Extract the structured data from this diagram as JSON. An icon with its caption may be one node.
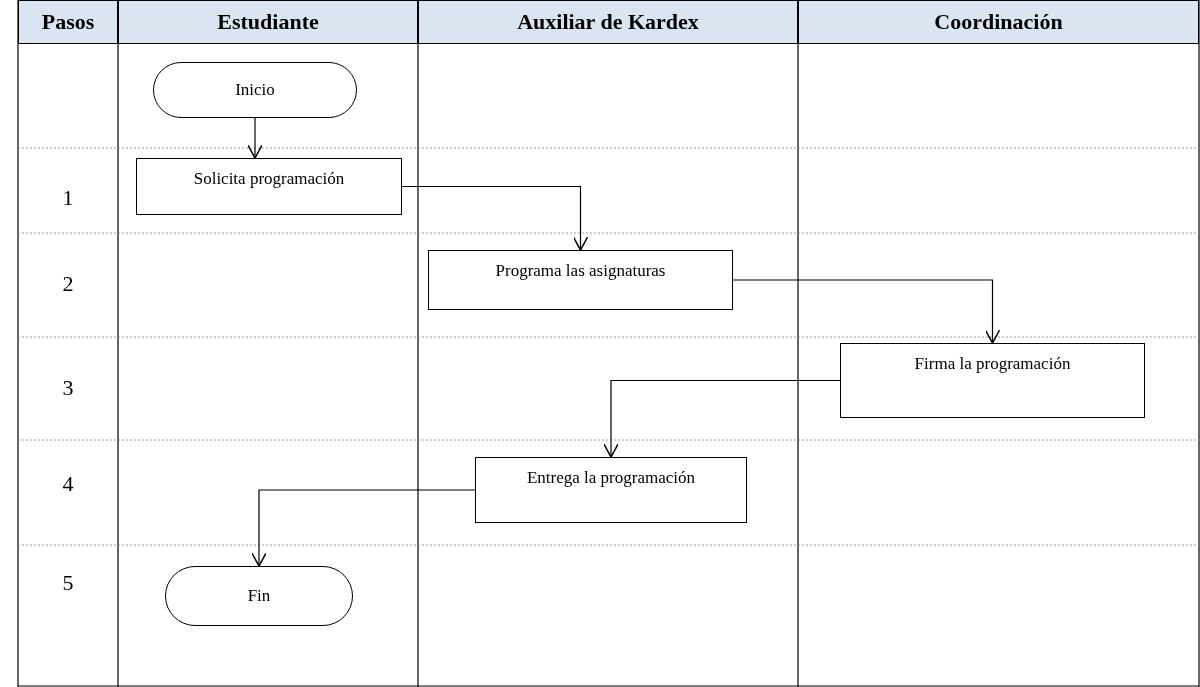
{
  "diagram": {
    "nodes": [
      {
        "text": [
          "Inicio"
        ]
      },
      {
        "text": [
          "Solicita programación"
        ]
      },
      {
        "text": [
          "Programa las asignaturas"
        ]
      },
      {
        "text": [
          "Firma la programación"
        ]
      },
      {
        "text": [
          "Entrega la programación"
        ]
      },
      {
        "text": [
          "Fin"
        ]
      }
    ],
    "edges": [
      {
        "from": 0,
        "to": 1,
        "arrow": "to"
      },
      {
        "from": 1,
        "to": 2,
        "arrow": "to"
      },
      {
        "from": 2,
        "to": 3,
        "arrow": "to"
      },
      {
        "from": 3,
        "to": 4,
        "arrow": "to"
      },
      {
        "from": 4,
        "to": 5,
        "arrow": "to"
      }
    ],
    "labels": [
      "Pasos",
      "Estudiante",
      "Auxiliar de Kardex",
      "Coordinación",
      "1",
      "2",
      "3",
      "4",
      "5"
    ]
  }
}
